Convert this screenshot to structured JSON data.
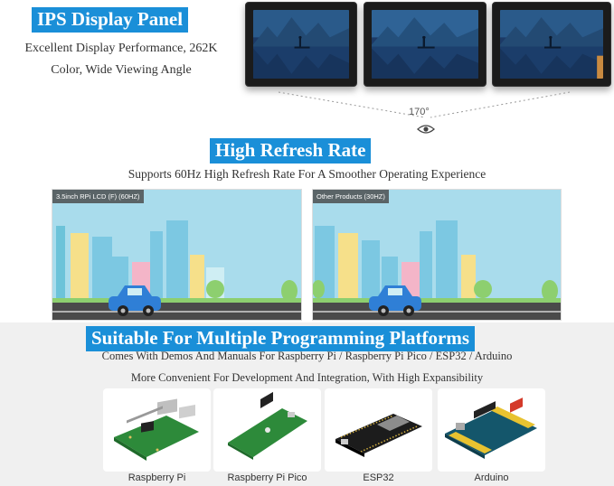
{
  "ips": {
    "title": "IPS Display Panel",
    "description": "Excellent Display Performance, 262K Color, Wide Viewing Angle",
    "angle": "170°"
  },
  "refresh": {
    "title": "High Refresh Rate",
    "description": "Supports 60Hz High Refresh Rate For A Smoother Operating Experience",
    "left_tag": "3.5inch RPi LCD (F) (60HZ)",
    "right_tag": "Other Products (30HZ)"
  },
  "platforms": {
    "title": "Suitable For Multiple Programming Platforms",
    "description_1": "Comes With Demos And Manuals For Raspberry Pi / Raspberry Pi Pico / ESP32 / Arduino",
    "description_2": "More Convenient For Development And Integration, With High Expansibility",
    "boards": [
      {
        "label": "Raspberry Pi"
      },
      {
        "label": "Raspberry Pi Pico"
      },
      {
        "label": "ESP32"
      },
      {
        "label": "Arduino"
      }
    ]
  },
  "colors": {
    "banner": "#1a8fd8",
    "sky": "#a9dcec",
    "road": "#4a4a4a",
    "car": "#2f7fd6",
    "pcb_green": "#2d8a3a",
    "arduino_blue": "#14566b",
    "esp_black": "#1c1c1c"
  },
  "icons": [
    "eye-icon"
  ]
}
